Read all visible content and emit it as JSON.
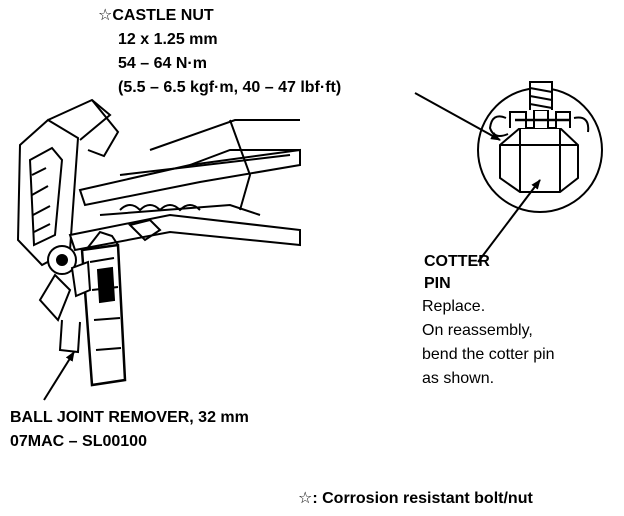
{
  "castle_nut": {
    "star": "☆",
    "title": "CASTLE NUT",
    "size": "12 x 1.25 mm",
    "torque_nm": "54 – 64 N·m",
    "torque_alt": "(5.5 – 6.5 kgf·m, 40 – 47 lbf·ft)"
  },
  "cotter_pin": {
    "title_line1": "COTTER",
    "title_line2": "PIN",
    "note1": "Replace.",
    "note2": "On reassembly,",
    "note3": "bend the cotter pin",
    "note4": "as shown."
  },
  "tool": {
    "name": "BALL JOINT REMOVER, 32 mm",
    "part_number": "07MAC – SL00100"
  },
  "legend": {
    "star": "☆",
    "text": ": Corrosion resistant bolt/nut"
  }
}
